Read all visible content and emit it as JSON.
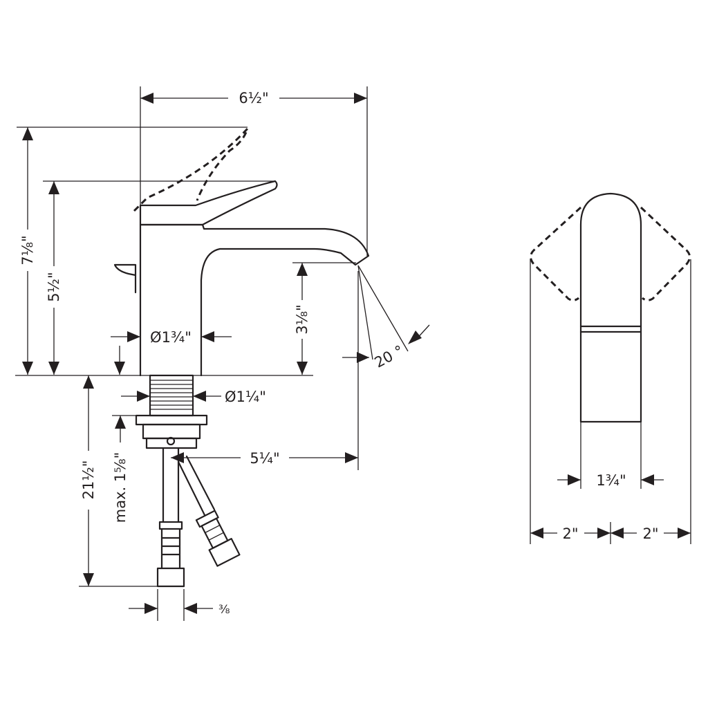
{
  "drawing": {
    "dimensions": {
      "overall_width": "6½\"",
      "total_height": "7⅛\"",
      "body_height": "5½\"",
      "spout_height": "3⅛\"",
      "body_diameter": "Ø1¾\"",
      "shank_diameter": "Ø1¼\"",
      "spout_reach": "5¼\"",
      "hose_length": "21½\"",
      "max_deck": "max. 1⅝\"",
      "hose_connection": "⅜",
      "spray_angle": "20 °",
      "handle_width": "1¾\"",
      "left_clearance": "2\"",
      "right_clearance": "2\""
    }
  }
}
